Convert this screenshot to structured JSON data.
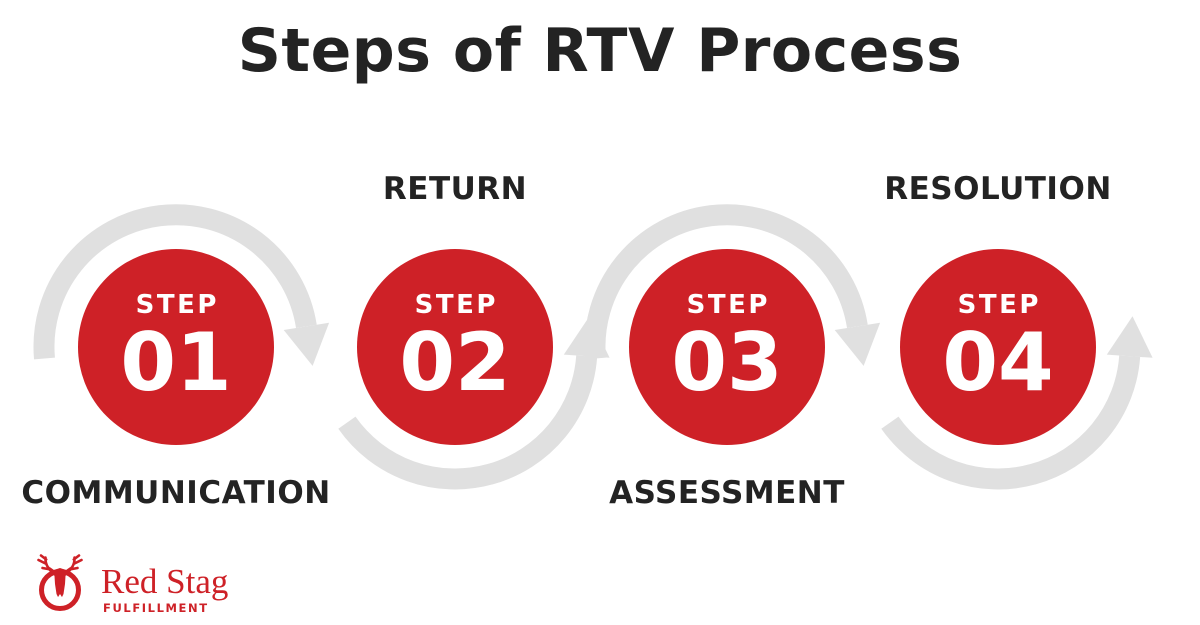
{
  "title": "Steps of RTV Process",
  "steps": [
    {
      "step_word": "STEP",
      "number": "01",
      "label": "COMMUNICATION"
    },
    {
      "step_word": "STEP",
      "number": "02",
      "label": "RETURN"
    },
    {
      "step_word": "STEP",
      "number": "03",
      "label": "ASSESSMENT"
    },
    {
      "step_word": "STEP",
      "number": "04",
      "label": "RESOLUTION"
    }
  ],
  "logo": {
    "brand": "Red Stag",
    "sub": "FULFILLMENT"
  },
  "colors": {
    "accent_red": "#CE2127",
    "arc_gray": "#E0E0E0",
    "text_dark": "#232323"
  }
}
